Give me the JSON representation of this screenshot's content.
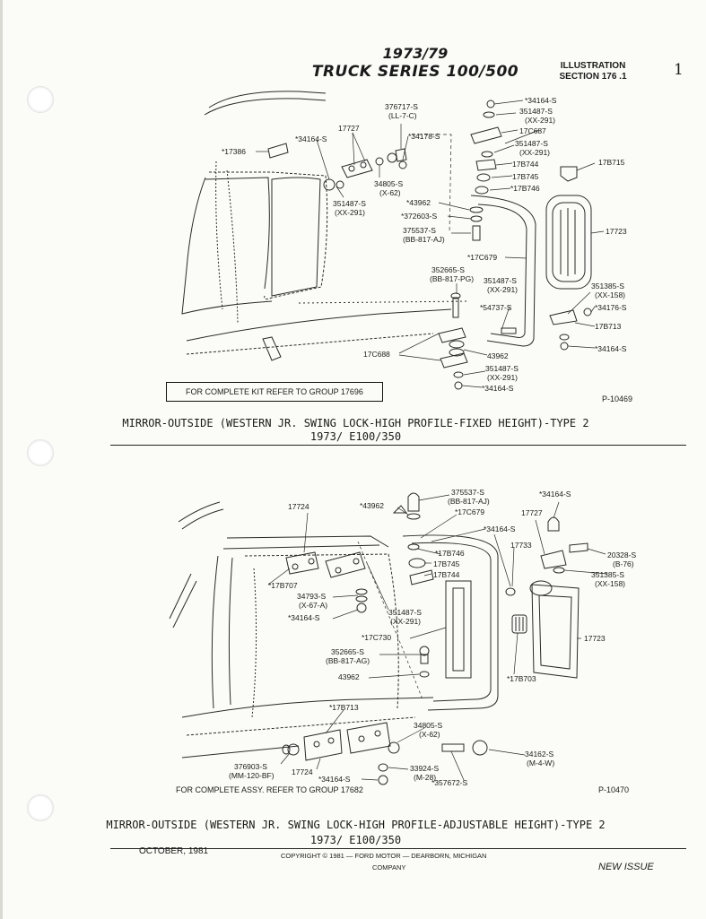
{
  "header": {
    "years": "1973/79",
    "series": "TRUCK SERIES 100/500",
    "illustration_label": "ILLUSTRATION",
    "section": "SECTION 176 .1",
    "page_number": "1"
  },
  "diagram1": {
    "kit_note": "FOR COMPLETE KIT REFER TO GROUP 17696",
    "ref": "P-10469",
    "caption_line1": "MIRROR-OUTSIDE (WESTERN JR. SWING LOCK-HIGH PROFILE-FIXED HEIGHT)-TYPE 2",
    "caption_line2": "1973/    E100/350",
    "labels": {
      "a": "*34164-S",
      "b": "351487-S",
      "c": "(XX-291)",
      "d": "17C687",
      "e": "351487-S",
      "f": "(XX-291)",
      "g": "17B744",
      "h": "17B745",
      "i": "*17B746",
      "j": "17B715",
      "k": "376717-S",
      "l": "(LL-7-C)",
      "m": "17727",
      "n": "*34164-S",
      "o": "*34178-S",
      "p": "*17386",
      "q": "34805-S",
      "r": "(X-62)",
      "s": "351487-S",
      "t": "(XX-291)",
      "u": "*43962",
      "v": "*372603-S",
      "w": "375537-S",
      "x": "(BB-817-AJ)",
      "y": "17723",
      "z": "*17C679",
      "aa": "352665-S",
      "ab": "(BB-817-PG)",
      "ac": "351487-S",
      "ad": "(XX-291)",
      "ae": "351385-S",
      "af": "(XX-158)",
      "ag": "*34176-S",
      "ah": "*54737-S",
      "ai": "17B713",
      "aj": "17C688",
      "ak": "43962",
      "al": "*34164-S",
      "am": "351487-S",
      "an": "(XX-291)",
      "ao": "*34164-S"
    }
  },
  "diagram2": {
    "assy_note": "FOR COMPLETE ASSY. REFER TO GROUP 17682",
    "ref": "P-10470",
    "caption_line1": "MIRROR-OUTSIDE (WESTERN JR. SWING LOCK-HIGH PROFILE-ADJUSTABLE HEIGHT)-TYPE 2",
    "caption_line2": "1973/    E100/350",
    "labels": {
      "a": "375537-S",
      "b": "(BB-817-AJ)",
      "c": "*17C679",
      "d": "*34164-S",
      "e": "17724",
      "f": "*43962",
      "g": "*34164-S",
      "h": "17727",
      "i": "*17B746",
      "j": "17B745",
      "k": "17733",
      "l": "20328-S",
      "m": "(B-76)",
      "n": "17B744",
      "o": "351385-S",
      "p": "(XX-158)",
      "q": "*17B707",
      "r": "34793-S",
      "s": "(X-67-A)",
      "t": "351487-S",
      "u": "(XX-291)",
      "v": "*34164-S",
      "w": "*17C730",
      "x": "17723",
      "y": "352665-S",
      "z": "(BB-817-AG)",
      "aa": "43962",
      "ab": "*17B703",
      "ac": "*17B713",
      "ad": "34805-S",
      "ae": "(X-62)",
      "af": "376903-S",
      "ag": "(MM-120-BF)",
      "ah": "17724",
      "ai": "34162-S",
      "aj": "(M-4-W)",
      "ak": "33924-S",
      "al": "(M-28)",
      "am": "*34164-S",
      "an": "*357672-S"
    }
  },
  "footer": {
    "date": "OCTOBER, 1981",
    "copyright": "COPYRIGHT © 1981  —  FORD MOTOR  —  DEARBORN, MICHIGAN",
    "company": "COMPANY",
    "status": "NEW ISSUE"
  }
}
